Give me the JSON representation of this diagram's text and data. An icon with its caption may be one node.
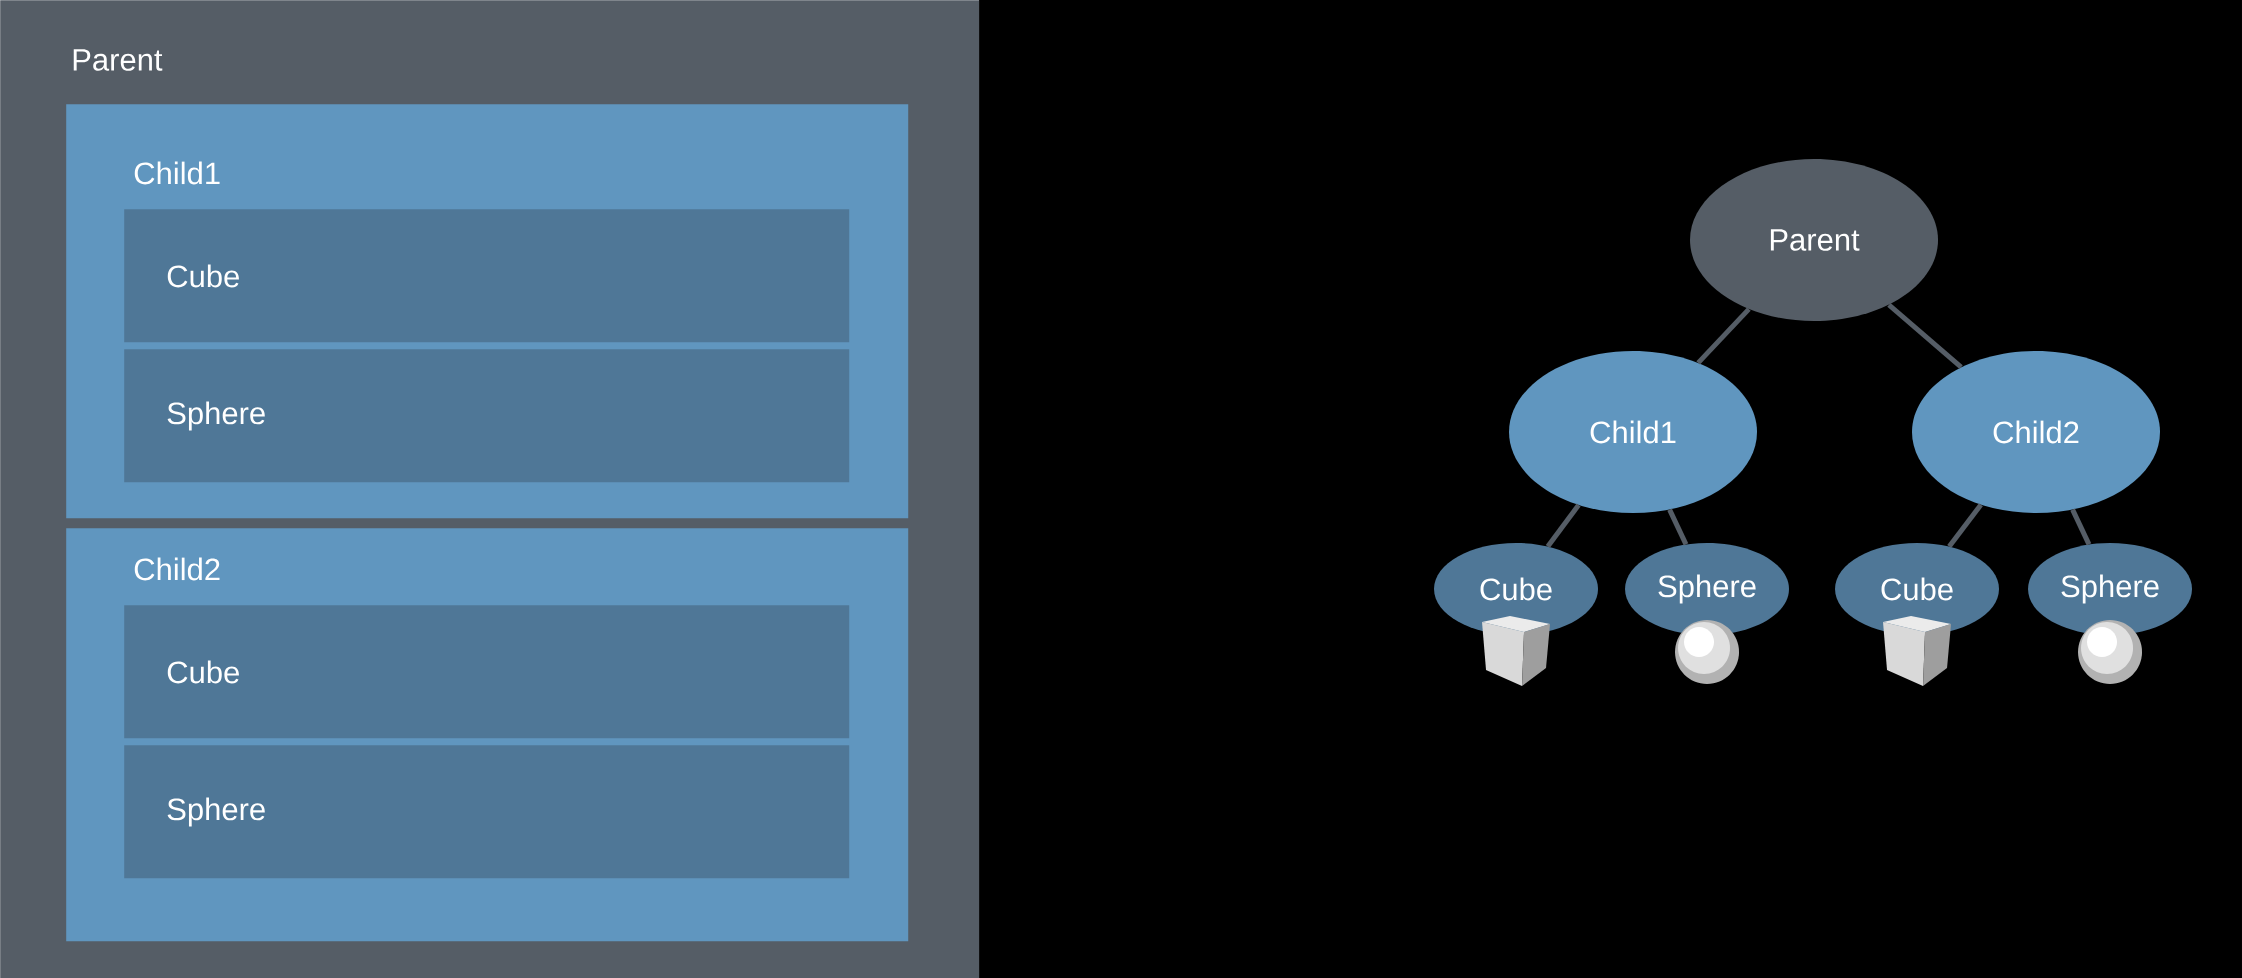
{
  "diagram": {
    "nodes": [
      {
        "text": [
          "Parent"
        ]
      },
      {
        "text": [
          "Child1"
        ],
        "in": 0
      },
      {
        "text": [
          "Cube"
        ],
        "in": 1
      },
      {
        "text": [
          "Sphere"
        ],
        "in": 1
      },
      {
        "text": [
          "Child2"
        ],
        "in": 0
      },
      {
        "text": [
          "Cube"
        ],
        "in": 4
      },
      {
        "text": [
          "Sphere"
        ],
        "in": 4
      },
      {
        "text": [
          "Parent"
        ]
      },
      {
        "text": [
          "Child1"
        ]
      },
      {
        "text": [
          "Child2"
        ]
      },
      {
        "text": [
          "Cube"
        ]
      },
      {
        "text": [
          "Sphere"
        ]
      },
      {
        "text": [
          "Cube"
        ]
      },
      {
        "text": [
          "Sphere"
        ]
      }
    ],
    "edges": [
      {
        "from": 7,
        "to": 8,
        "arrow": "none"
      },
      {
        "from": 7,
        "to": 9,
        "arrow": "none"
      },
      {
        "from": 8,
        "to": 10,
        "arrow": "none"
      },
      {
        "from": 8,
        "to": 11,
        "arrow": "none"
      },
      {
        "from": 9,
        "to": 12,
        "arrow": "none"
      },
      {
        "from": 9,
        "to": 13,
        "arrow": "none"
      }
    ]
  }
}
